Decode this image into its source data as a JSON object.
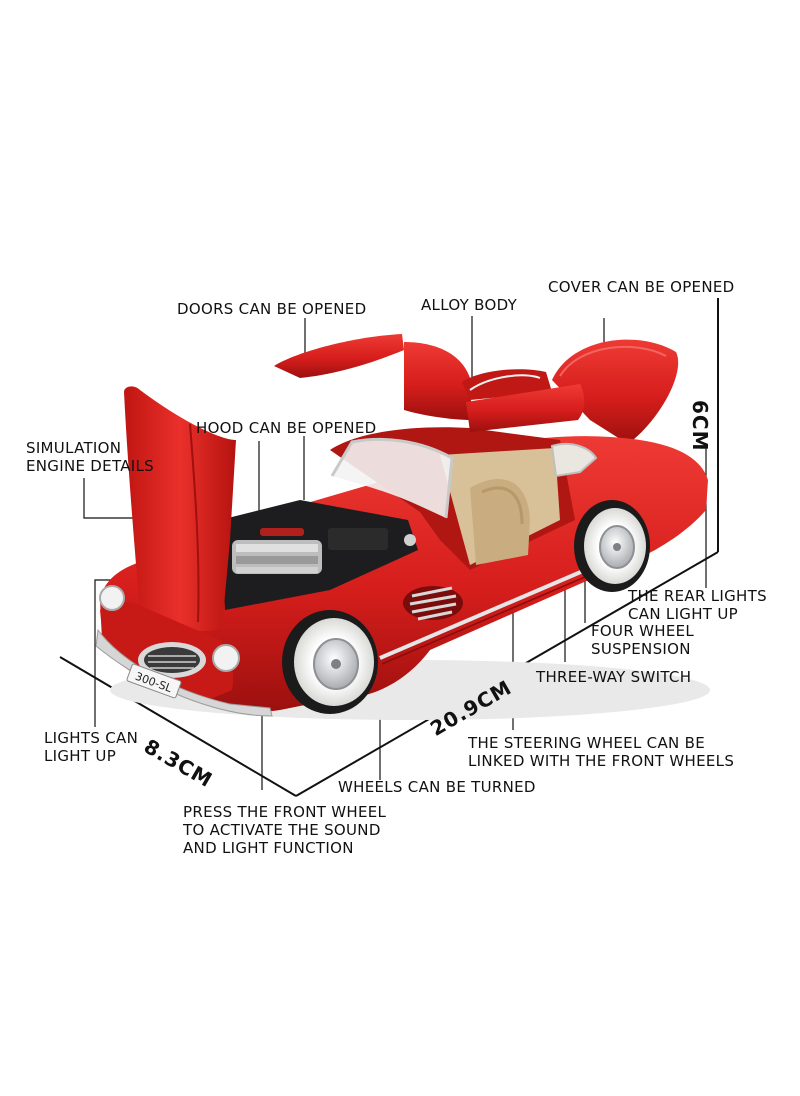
{
  "callouts": {
    "cover": "COVER CAN BE OPENED",
    "doors": "DOORS CAN BE OPENED",
    "alloy": "ALLOY BODY",
    "hood": "HOOD CAN BE OPENED",
    "engine": [
      "SIMULATION",
      "ENGINE DETAILS"
    ],
    "rear_lights": [
      "THE REAR LIGHTS",
      "CAN LIGHT UP"
    ],
    "suspension": [
      "FOUR WHEEL",
      "SUSPENSION"
    ],
    "switch": "THREE-WAY SWITCH",
    "lights": [
      "LIGHTS CAN",
      "LIGHT UP"
    ],
    "steering": [
      "THE STEERING WHEEL CAN BE",
      "LINKED WITH THE FRONT WHEELS"
    ],
    "wheels": "WHEELS CAN BE TURNED",
    "press": [
      "PRESS THE FRONT WHEEL",
      "TO ACTIVATE THE SOUND",
      "AND LIGHT FUNCTION"
    ]
  },
  "dimensions": {
    "height": "6CM",
    "length": "20.9CM",
    "width": "8.3CM"
  },
  "plate": "300-SL",
  "colors": {
    "body": "#d8201f",
    "body_dark": "#a8120f",
    "interior": "#d8c098",
    "tire_wall": "#f2f2f0",
    "line": "#111111"
  }
}
